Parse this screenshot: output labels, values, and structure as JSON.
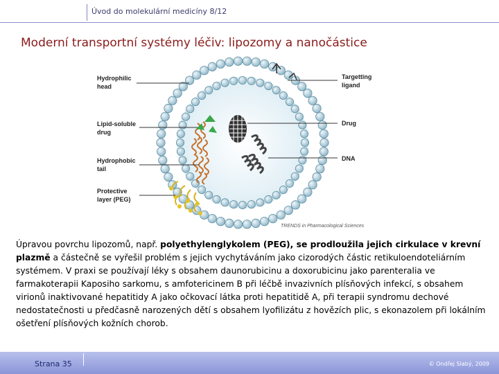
{
  "header": {
    "course": "Úvod do molekulární medicíny 8/12"
  },
  "slide": {
    "title": "Moderní transportní systémy léčiv: lipozomy a nanočástice"
  },
  "figure": {
    "labels": {
      "hydrophilic": "Hydrophilic",
      "head": "head",
      "lipid_soluble": "Lipid-soluble",
      "drug_left": "drug",
      "hydrophobic": "Hydrophobic",
      "tail": "tail",
      "protective": "Protective",
      "layer": "layer (PEG)",
      "targetting": "Targetting",
      "ligand": "ligand",
      "drug": "Drug",
      "dna": "DNA"
    },
    "credit": "TRENDS in Pharmacological Sciences"
  },
  "body": {
    "s1": "Úpravou povrchu lipozomů, např. ",
    "b1": "polyethylenglykolem (PEG), se prodloužila jejich cirkulace v krevní plazmě",
    "s2": " a částečně se vyřešil problém s jejich vychytáváním jako cizorodých částic retikuloendoteliárním systémem. V praxi se používají léky s obsahem daunorubicinu a doxorubicinu jako parenteralia ve farmakoterapii Kaposiho sarkomu, s amfotericinem B při léčbě invazivních plísňových infekcí, s obsahem virionů inaktivované hepatitidy A jako očkovací látka proti hepatitidě A, při terapii syndromu dechové nedostatečnosti u předčasně narozených dětí s obsahem lyofilizátu z hovězích plic, s ekonazolem při lokálním ošetření plísňových kožních chorob."
  },
  "footer": {
    "page": "Strana 35",
    "copyright": "© Ondřej Slabý, 2009"
  }
}
